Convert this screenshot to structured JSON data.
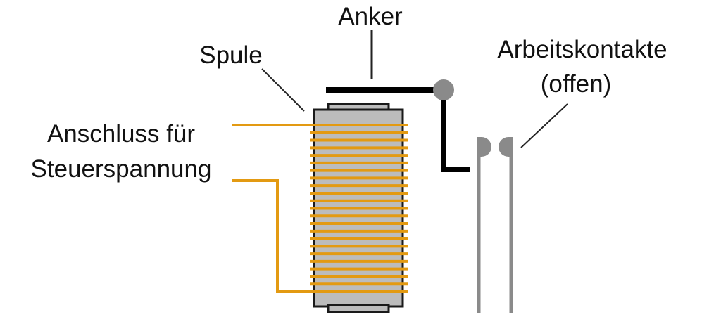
{
  "labels": {
    "anker": "Anker",
    "spule": "Spule",
    "anschluss_line1": "Anschluss für",
    "anschluss_line2": "Steuerspannung",
    "arbeitskontakte_line1": "Arbeitskontakte",
    "arbeitskontakte_line2": "(offen)"
  },
  "colors": {
    "coil_wire": "#e39a12",
    "core": "#bcbcbc",
    "core_outline": "#1a1a1a",
    "armature": "#000000",
    "contact": "#8a8a8a",
    "pointer": "#222222"
  },
  "coil": {
    "winding_count": 23
  }
}
